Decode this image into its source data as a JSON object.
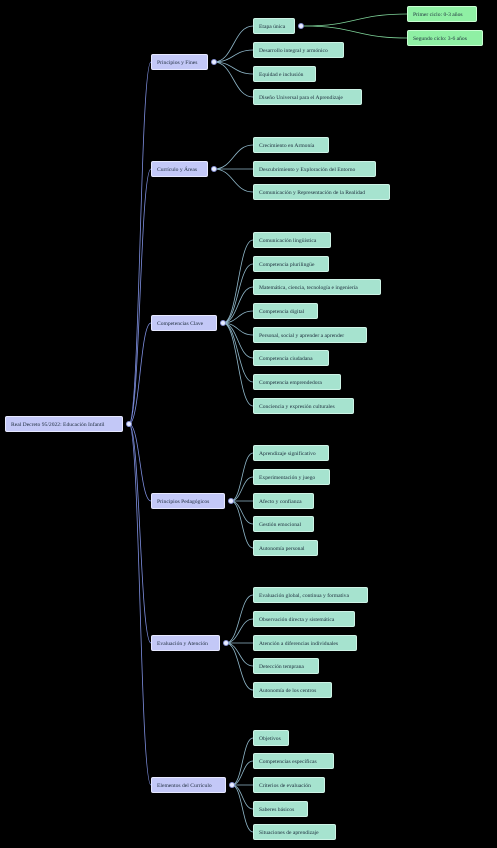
{
  "root": {
    "label": "Real Decreto 95/2022: Educación Infantil"
  },
  "categories": [
    {
      "label": "Principios y Fines",
      "children": [
        "Etapa única",
        "Desarrollo integral y armónico",
        "Equidad e inclusión",
        "Diseño Universal para el Aprendizaje"
      ],
      "sub": [
        "Primer ciclo: 0-3 años",
        "Segundo ciclo: 3-6 años"
      ]
    },
    {
      "label": "Currículo y Áreas",
      "children": [
        "Crecimiento en Armonía",
        "Descubrimiento y Exploración del Entorno",
        "Comunicación y Representación de la Realidad"
      ]
    },
    {
      "label": "Competencias Clave",
      "children": [
        "Comunicación lingüística",
        "Competencia plurilingüe",
        "Matemática, ciencia, tecnología e ingeniería",
        "Competencia digital",
        "Personal, social y aprender a aprender",
        "Competencia ciudadana",
        "Competencia emprendedora",
        "Conciencia y expresión culturales"
      ]
    },
    {
      "label": "Principios Pedagógicos",
      "children": [
        "Aprendizaje significativo",
        "Experimentación y juego",
        "Afecto y confianza",
        "Gestión emocional",
        "Autonomía personal"
      ]
    },
    {
      "label": "Evaluación y Atención",
      "children": [
        "Evaluación global, continua y formativa",
        "Observación directa y sistemática",
        "Atención a diferencias individuales",
        "Detección temprana",
        "Autonomía de los centros"
      ]
    },
    {
      "label": "Elementos del Currículo",
      "children": [
        "Objetivos",
        "Competencias específicas",
        "Criterios de evaluación",
        "Saberes básicos",
        "Situaciones de aprendizaje"
      ]
    }
  ],
  "colors": {
    "line": "#7e8fe0",
    "line_leaf": "#8fb7c9",
    "line_sub": "#7fd59a"
  }
}
